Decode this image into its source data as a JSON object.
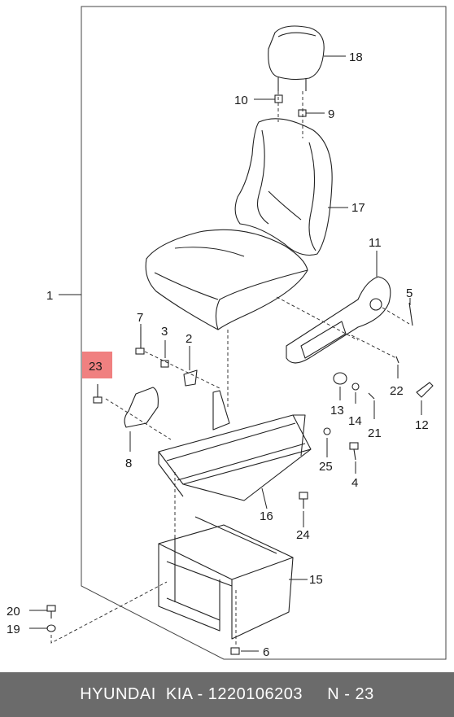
{
  "callouts": {
    "c1": "1",
    "c2": "2",
    "c3": "3",
    "c4": "4",
    "c5": "5",
    "c6": "6",
    "c7": "7",
    "c8": "8",
    "c9": "9",
    "c10": "10",
    "c11": "11",
    "c12": "12",
    "c13": "13",
    "c14": "14",
    "c15": "15",
    "c16": "16",
    "c17": "17",
    "c18": "18",
    "c19": "19",
    "c20": "20",
    "c21": "21",
    "c22": "22",
    "c23": "23",
    "c24": "24",
    "c25": "25"
  },
  "highlight_color": "#f08080",
  "footer": {
    "text": "HYUNDAI  KIA - 1220106203     N - 23"
  }
}
